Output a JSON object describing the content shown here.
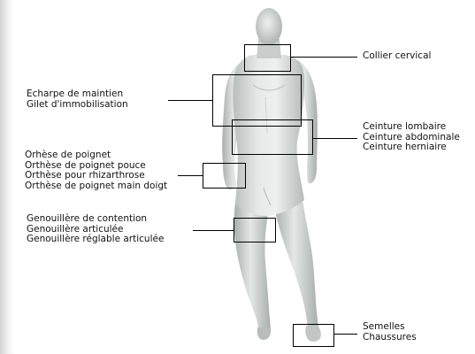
{
  "labels": {
    "collier": [
      "Collier cervical"
    ],
    "echarpe": [
      "Echarpe de maintien",
      "Gilet d'immobilisation"
    ],
    "ceinture": [
      "Ceinture lombaire",
      "Ceinture abdominale",
      "Ceinture herniaire"
    ],
    "poignet": [
      "Orhèse de poignet",
      "Orthèse de poignet pouce",
      "Orthèse pour rhizarthrose",
      "Orthèse de poignet main doigt"
    ],
    "genou": [
      "Genouillère de contention",
      "Genouillère articulée",
      "Genouillère réglable articulée"
    ],
    "pied": [
      "Semelles",
      "Chaussures"
    ]
  },
  "colors": {
    "body_light": "#e9eceb",
    "body_mid": "#c9cecc",
    "body_dark": "#9da3a1",
    "line": "#000000"
  }
}
